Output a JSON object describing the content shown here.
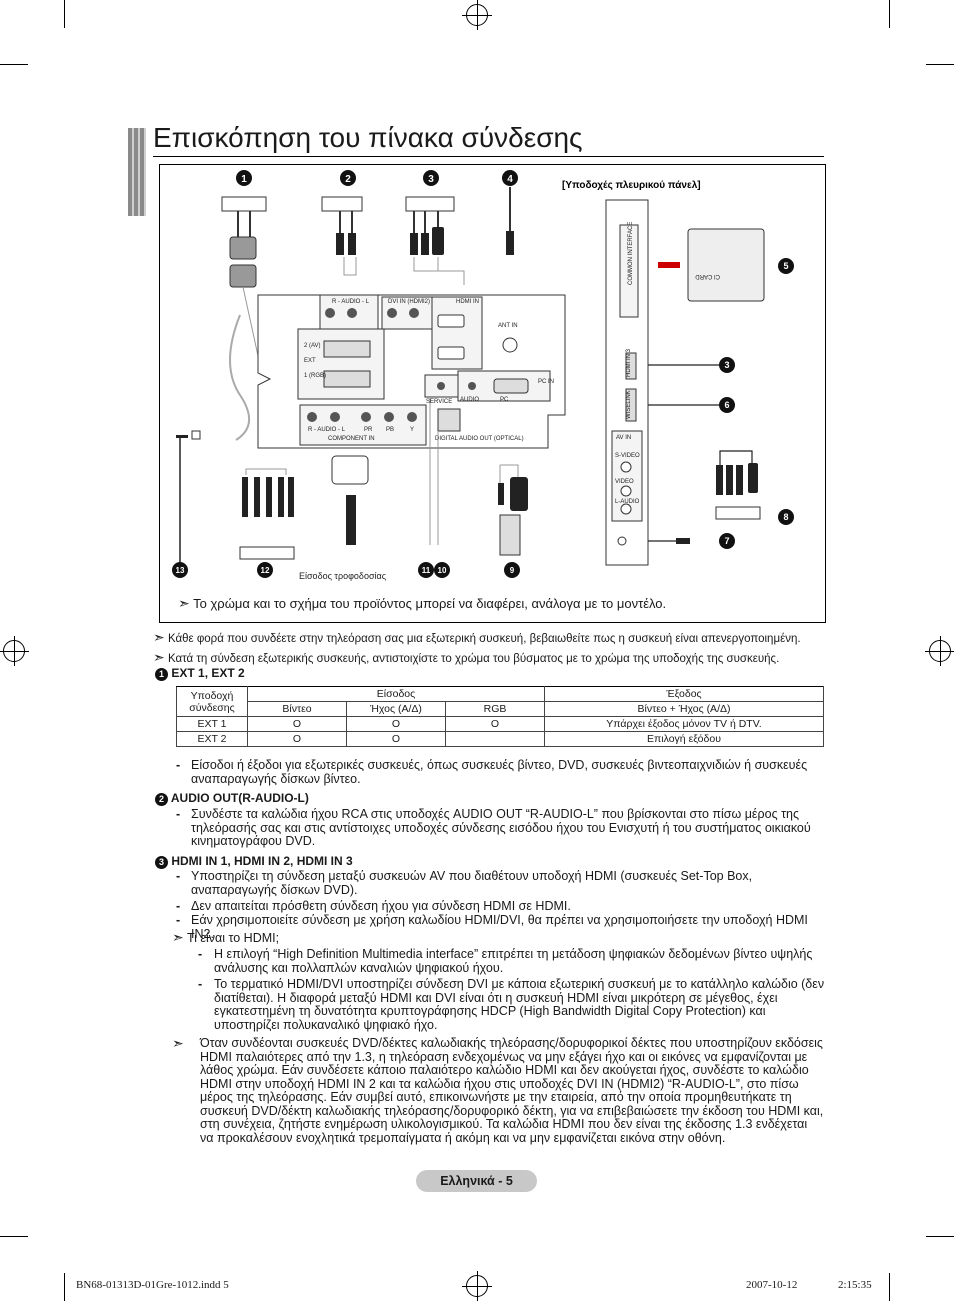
{
  "page_title": "Επισκόπηση του πίνακα σύνδεσης",
  "diagram": {
    "side_panel_label": "[Υποδοχές πλευρικού πάνελ]",
    "power_label": "Είσοδος τροφοδοσίας",
    "port_labels": {
      "audio": "AUDIO",
      "dvi_in": "DVI IN (HDMI2)",
      "hdmi_in": "HDMI IN",
      "ant_in": "ANT IN",
      "ext2": "2 (AV)",
      "ext1": "1 (RGB)",
      "ext": "EXT",
      "service": "SERVICE",
      "audio2": "AUDIO",
      "pc": "PC",
      "pc_in": "PC IN",
      "component_in": "COMPONENT IN",
      "optical": "DIGITAL AUDIO OUT (OPTICAL)",
      "common_interface": "COMMON INTERFACE",
      "hdmi_in3": "HDMI IN 3",
      "wiselink": "WISELINK",
      "av_in": "AV IN",
      "s_video": "S-VIDEO",
      "video": "VIDEO",
      "audio_l": "L-AUDIO",
      "ci_card": "CI CARD",
      "r_audio": "R - AUDIO - L",
      "pr": "PR",
      "pb": "PB",
      "y": "Y"
    },
    "callouts": [
      "1",
      "2",
      "3",
      "4",
      "5",
      "3",
      "6",
      "8",
      "7",
      "9",
      "10",
      "11",
      "12",
      "13"
    ]
  },
  "diagram_note": "Το χρώμα και το σχήμα του προϊόντος μπορεί να διαφέρει, ανάλογα με το μοντέλο.",
  "notes": [
    "Κάθε φορά που συνδέετε στην τηλεόραση σας μια εξωτερική συσκευή, βεβαιωθείτε πως η συσκευή είναι απενεργοποιημένη.",
    "Κατά τη σύνδεση εξωτερικής συσκευής, αντιστοιχίστε το χρώμα του βύσματος με το χρώμα της υποδοχής της συσκευής."
  ],
  "section1": {
    "num": "1",
    "heading": "EXT 1, EXT 2",
    "table": {
      "h_socket": "Υποδοχή σύνδεσης",
      "h_input": "Είσοδος",
      "h_output": "Έξοδος",
      "sub_video": "Βίντεο",
      "sub_audio": "Ήχος (Α/Δ)",
      "sub_rgb": "RGB",
      "sub_out": "Βίντεο + Ήχος (Α/Δ)",
      "rows": [
        {
          "socket": "EXT 1",
          "video": "O",
          "audio": "O",
          "rgb": "O",
          "out": "Υπάρχει έξοδος μόνον TV ή DTV."
        },
        {
          "socket": "EXT 2",
          "video": "O",
          "audio": "O",
          "rgb": "",
          "out": "Επιλογή εξόδου"
        }
      ]
    },
    "bullets": [
      "Είσοδοι ή έξοδοι για εξωτερικές συσκευές, όπως συσκευές βίντεο, DVD, συσκευές βιντεοπαιχνιδιών ή συσκευές αναπαραγωγής δίσκων βίντεο."
    ]
  },
  "section2": {
    "num": "2",
    "heading": "AUDIO OUT(R-AUDIO-L)",
    "bullets": [
      "Συνδέστε τα καλώδια ήχου RCA στις υποδοχές AUDIO OUT “R-AUDIO-L” που βρίσκονται στο πίσω μέρος της τηλεόρασής σας και στις αντίστοιχες υποδοχές σύνδεσης εισόδου ήχου του Ενισχυτή ή του συστήματος οικιακού κινηματογράφου DVD."
    ]
  },
  "section3": {
    "num": "3",
    "heading": "HDMI IN 1, HDMI IN 2, HDMI IN 3",
    "bullets": [
      "Υποστηρίζει τη σύνδεση μεταξύ συσκευών AV που διαθέτουν υποδοχή HDMI (συσκευές Set-Top Box, αναπαραγωγής δίσκων DVD).",
      "Δεν απαιτείται πρόσθετη σύνδεση ήχου για σύνδεση HDMI σε HDMI.",
      "Εάν χρησιμοποιείτε σύνδεση με χρήση καλωδίου HDMI/DVI, θα πρέπει να χρησιμοποιήσετε την υποδοχή HDMI IN2."
    ],
    "what_is": "Τι είναι το HDMI;",
    "sub_bullets": [
      "Η επιλογή “High Definition Multimedia interface” επιτρέπει τη μετάδοση ψηφιακών δεδομένων βίντεο υψηλής ανάλυσης και πολλαπλών καναλιών ψηφιακού ήχου.",
      "Το τερματικό HDMI/DVI υποστηρίζει σύνδεση DVI με κάποια εξωτερική συσκευή με το κατάλληλο καλώδιο (δεν διατίθεται). Η διαφορά μεταξύ HDMI και DVI είναι ότι η συσκευή HDMI είναι μικρότερη σε μέγεθος, έχει εγκατεστημένη τη δυνατότητα κρυπτογράφησης HDCP (High Bandwidth Digital Copy Protection) και υποστηρίζει πολυκαναλικό ψηφιακό ήχο."
    ],
    "final_note": "Όταν συνδέονται συσκευές DVD/δέκτες καλωδιακής τηλεόρασης/δορυφορικοί δέκτες που υποστηρίζουν εκδόσεις HDMI παλαιότερες από την 1.3, η τηλεόραση ενδεχομένως να μην εξάγει ήχο και οι εικόνες να εμφανίζονται με λάθος χρώμα. Εάν συνδέσετε κάποιο παλαιότερο καλώδιο HDMI και δεν ακούγεται ήχος, συνδέστε το καλώδιο HDMI στην υποδοχή HDMI IN 2 και τα καλώδια ήχου στις υποδοχές DVI IN (HDMI2) “R-AUDIO-L”, στο πίσω μέρος της τηλεόρασης. Εάν συμβεί αυτό, επικοινωνήστε με την εταιρεία, από την οποία προμηθευτήκατε τη συσκευή DVD/δέκτη καλωδιακής τηλεόρασης/δορυφορικό δέκτη, για να επιβεβαιώσετε την έκδοση του HDMI και, στη συνέχεια, ζητήστε ενημέρωση υλικολογισμικού.  Τα καλώδια HDMI που δεν είναι της έκδοσης 1.3 ενδέχεται να προκαλέσουν ενοχλητικά τρεμοπαίγματα ή ακόμη και να μην εμφανίζεται εικόνα στην οθόνη."
  },
  "footer": {
    "page_label": "Ελληνικά - 5",
    "file": "BN68-01313D-01Gre-1012.indd   5",
    "date": "2007-10-12",
    "time": "2:15:35"
  }
}
